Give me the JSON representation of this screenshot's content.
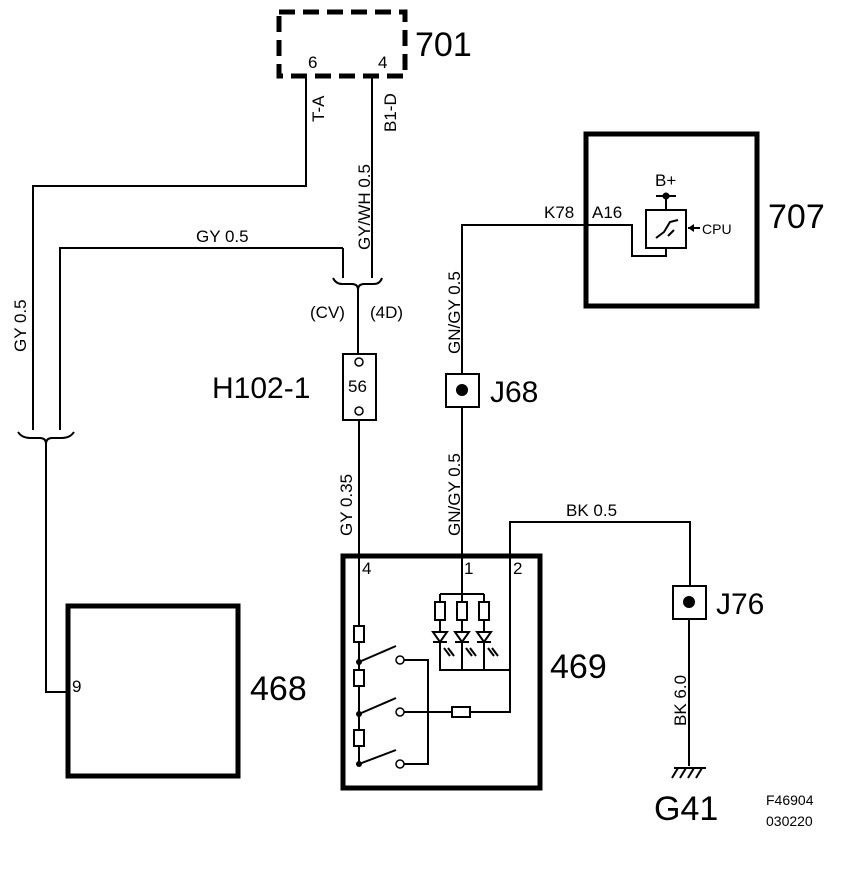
{
  "components": {
    "c701": {
      "label": "701",
      "pin_left": "6",
      "pin_right": "4"
    },
    "c707": {
      "label": "707",
      "bplus": "B+",
      "cpu": "CPU"
    },
    "c468": {
      "label": "468",
      "pin": "9"
    },
    "c469": {
      "label": "469",
      "pin4": "4",
      "pin1": "1",
      "pin2": "2"
    },
    "h102": {
      "label": "H102-1",
      "number": "56"
    },
    "j68": {
      "label": "J68"
    },
    "j76": {
      "label": "J76"
    },
    "g41": {
      "label": "G41"
    }
  },
  "wires": {
    "ta": "T-A",
    "b1d": "B1-D",
    "gywh": "GY/WH 0.5",
    "gy_horiz": "GY   0.5",
    "gy_left": "GY 0.5",
    "cv": "(CV)",
    "fourd": "(4D)",
    "k78": "K78",
    "a16": "A16",
    "gngy_top": "GN/GY  0.5",
    "gngy_bottom": "GN/GY  0.5",
    "gy035": "GY  0.35",
    "bk_top": "BK    0.5",
    "bk_vert": "BK    6.0"
  },
  "footer": {
    "code": "F46904",
    "date": "030220"
  }
}
